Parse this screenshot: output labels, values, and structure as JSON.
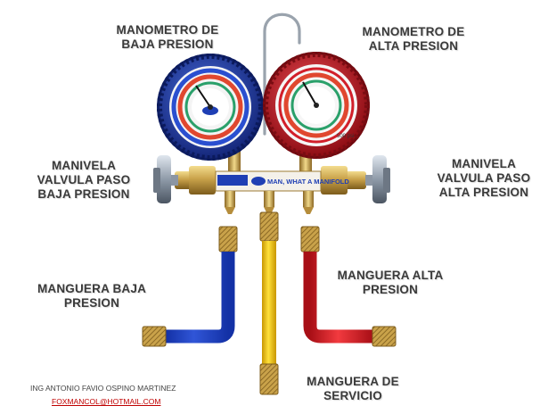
{
  "labels": {
    "low_gauge": [
      "MANOMETRO DE",
      "BAJA PRESION"
    ],
    "high_gauge": [
      "MANOMETRO DE",
      "ALTA PRESION"
    ],
    "low_handle": [
      "MANIVELA",
      "VALVULA PASO",
      "BAJA PRESION"
    ],
    "high_handle": [
      "MANIVELA",
      "VALVULA  PASO",
      "ALTA PRESION"
    ],
    "low_hose": [
      "MANGUERA BAJA",
      "PRESION"
    ],
    "high_hose": [
      "MANGUERA ALTA",
      "PRESION"
    ],
    "service_hose": [
      "MANGUERA DE",
      "SERVICIO"
    ]
  },
  "manifold_text": "MAN, WHAT A MANIFOLD",
  "high_gauge_scale": "500 psi",
  "credit": {
    "name": "ING ANTONIO FAVIO OSPINO MARTINEZ",
    "email": "FOXMANCOL@HOTMAIL.COM"
  },
  "colors": {
    "low_side": "#1f3fb4",
    "high_side": "#d21f2a",
    "service": "#f2c200",
    "brass": "#c9a24a"
  }
}
